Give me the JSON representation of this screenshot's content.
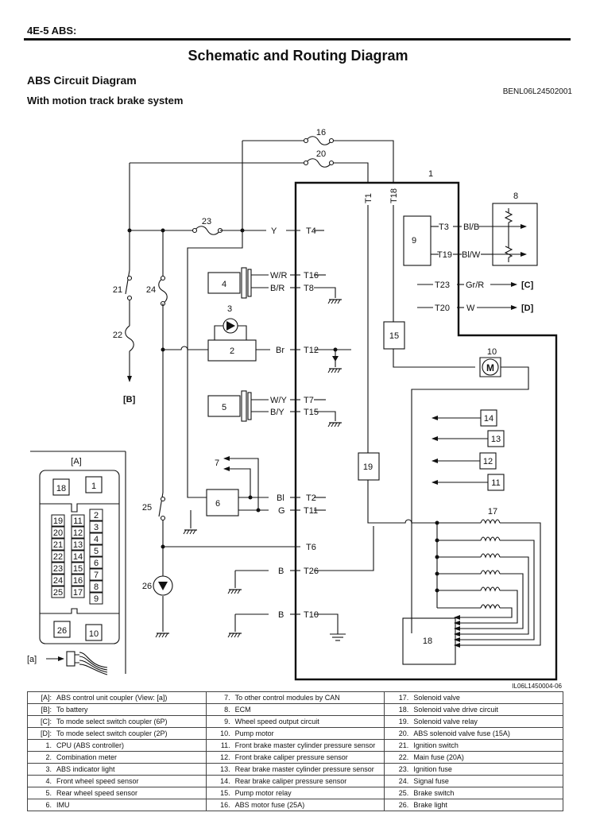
{
  "header": {
    "section": "4E-5  ABS:"
  },
  "title": "Schematic and Routing Diagram",
  "subtitle": "ABS Circuit Diagram",
  "subsubtitle": "With motion track brake system",
  "diagram_code": "BENL06L24502001",
  "illustration_code": "IL06L1450004-06",
  "diagram": {
    "num": {
      "n1": "1",
      "n2": "2",
      "n3": "3",
      "n4": "4",
      "n5": "5",
      "n6": "6",
      "n7": "7",
      "n8": "8",
      "n9": "9",
      "n10": "10",
      "n11": "11",
      "n12": "12",
      "n13": "13",
      "n14": "14",
      "n15": "15",
      "n16": "16",
      "n17": "17",
      "n18": "18",
      "n19": "19",
      "n20": "20",
      "n21": "21",
      "n22": "22",
      "n23": "23",
      "n24": "24",
      "n25": "25",
      "n26": "26"
    },
    "terminals": {
      "T1": "T1",
      "T18": "T18",
      "T4": "T4",
      "T16": "T16",
      "T8": "T8",
      "T12": "T12",
      "T7": "T7",
      "T15": "T15",
      "T2": "T2",
      "T11": "T11",
      "T6": "T6",
      "T26": "T26",
      "T10": "T10",
      "T3": "T3",
      "T19": "T19",
      "T23": "T23",
      "T20": "T20"
    },
    "wires": {
      "Y": "Y",
      "WR": "W/R",
      "BR": "B/R",
      "Br": "Br",
      "WY": "W/Y",
      "BY": "B/Y",
      "Bl": "Bl",
      "G": "G",
      "B1": "B",
      "B2": "B",
      "BlB": "Bl/B",
      "BlW": "Bl/W",
      "GrR": "Gr/R",
      "W": "W"
    },
    "motor": "M",
    "refs": {
      "B": "[B]",
      "C": "[C]",
      "D": "[D]",
      "a": "[a]"
    },
    "coupler": {
      "label": "[A]",
      "top": [
        "18",
        "1"
      ],
      "left": [
        "19",
        "20",
        "21",
        "22",
        "23",
        "24",
        "25"
      ],
      "mid": [
        "11",
        "12",
        "13",
        "14",
        "15",
        "16",
        "17"
      ],
      "right": [
        "2",
        "3",
        "4",
        "5",
        "6",
        "7",
        "8",
        "9"
      ],
      "bottom": [
        "26",
        "10"
      ]
    }
  },
  "legend": [
    [
      {
        "k": "[A]:",
        "v": "ABS control unit coupler (View: [a])"
      },
      {
        "k": "7.",
        "v": "To other control modules by CAN"
      },
      {
        "k": "17.",
        "v": "Solenoid valve"
      }
    ],
    [
      {
        "k": "[B]:",
        "v": "To battery"
      },
      {
        "k": "8.",
        "v": "ECM"
      },
      {
        "k": "18.",
        "v": "Solenoid valve drive circuit"
      }
    ],
    [
      {
        "k": "[C]:",
        "v": "To mode select switch coupler (6P)"
      },
      {
        "k": "9.",
        "v": "Wheel speed output circuit"
      },
      {
        "k": "19.",
        "v": "Solenoid valve relay"
      }
    ],
    [
      {
        "k": "[D]:",
        "v": "To mode select switch coupler (2P)"
      },
      {
        "k": "10.",
        "v": "Pump motor"
      },
      {
        "k": "20.",
        "v": "ABS solenoid valve fuse (15A)"
      }
    ],
    [
      {
        "k": "1.",
        "v": "CPU (ABS controller)"
      },
      {
        "k": "11.",
        "v": "Front brake master cylinder pressure sensor"
      },
      {
        "k": "21.",
        "v": "Ignition switch"
      }
    ],
    [
      {
        "k": "2.",
        "v": "Combination meter"
      },
      {
        "k": "12.",
        "v": "Front brake caliper pressure sensor"
      },
      {
        "k": "22.",
        "v": "Main fuse (20A)"
      }
    ],
    [
      {
        "k": "3.",
        "v": "ABS indicator light"
      },
      {
        "k": "13.",
        "v": "Rear brake master cylinder pressure sensor"
      },
      {
        "k": "23.",
        "v": "Ignition fuse"
      }
    ],
    [
      {
        "k": "4.",
        "v": "Front wheel speed sensor"
      },
      {
        "k": "14.",
        "v": "Rear brake caliper pressure sensor"
      },
      {
        "k": "24.",
        "v": "Signal fuse"
      }
    ],
    [
      {
        "k": "5.",
        "v": "Rear wheel speed sensor"
      },
      {
        "k": "15.",
        "v": "Pump motor relay"
      },
      {
        "k": "25.",
        "v": "Brake switch"
      }
    ],
    [
      {
        "k": "6.",
        "v": "IMU"
      },
      {
        "k": "16.",
        "v": "ABS motor fuse (25A)"
      },
      {
        "k": "26.",
        "v": "Brake light"
      }
    ]
  ]
}
